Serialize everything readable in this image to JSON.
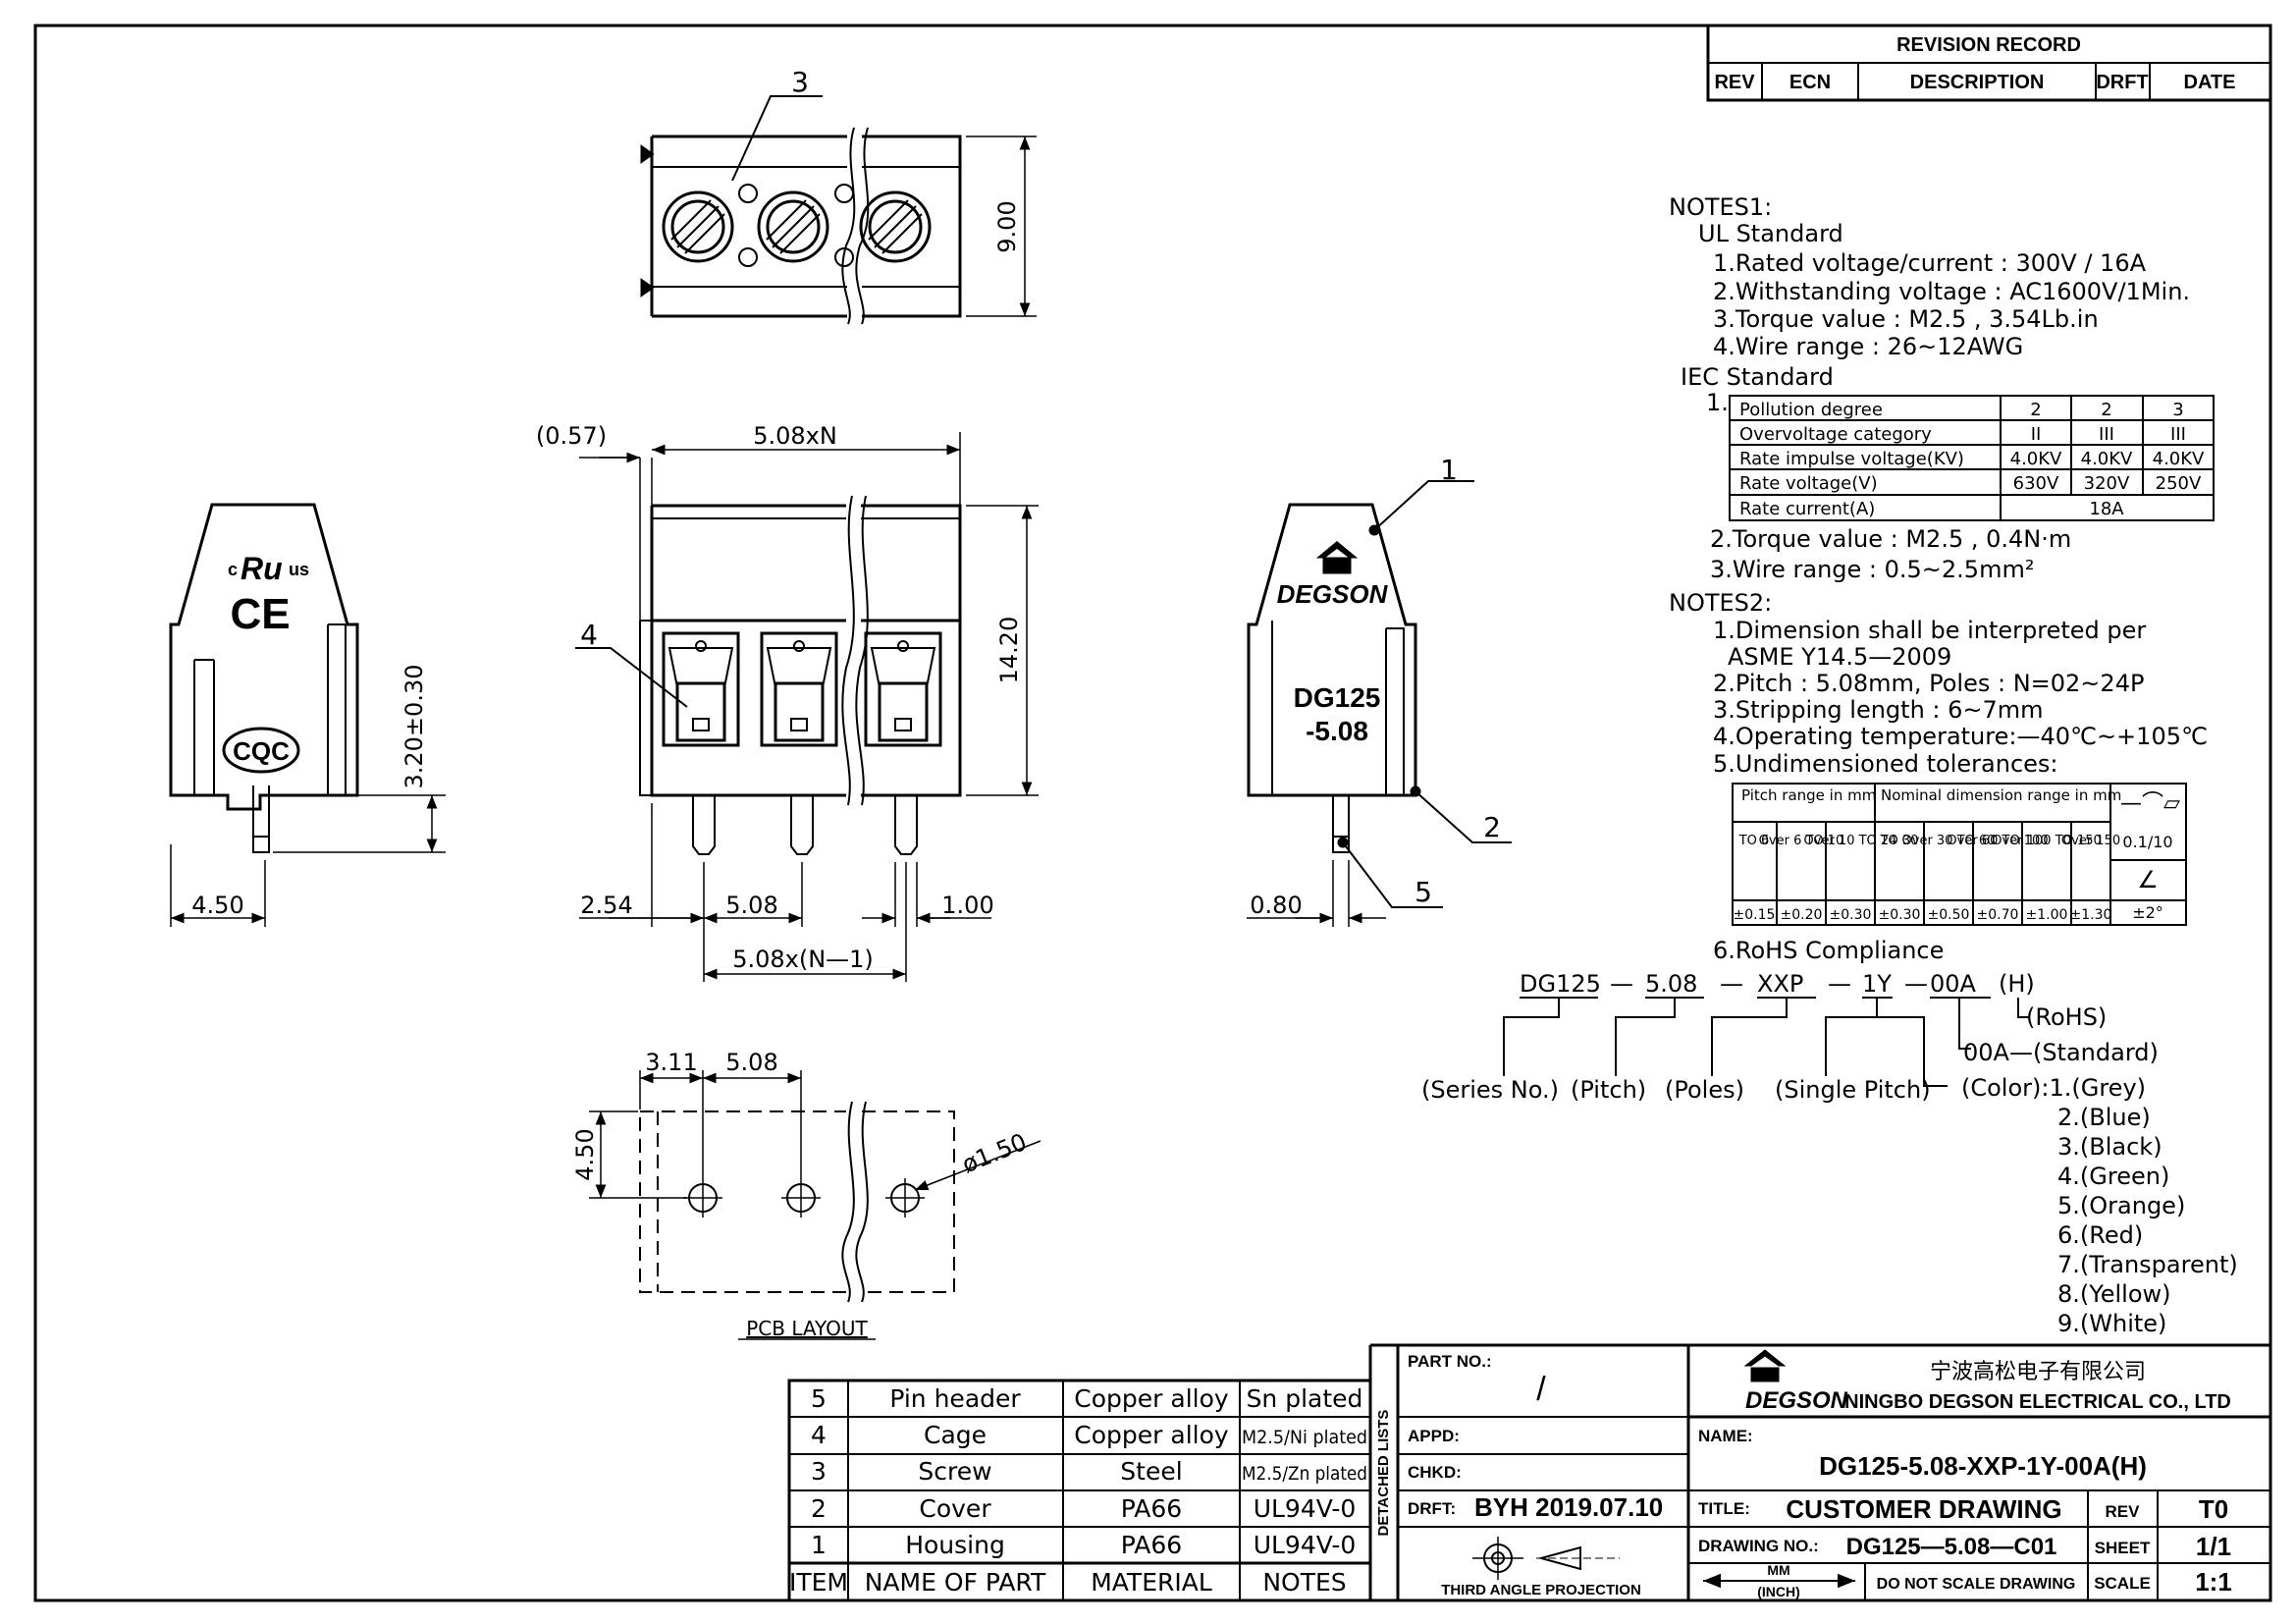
{
  "revision": {
    "title": "REVISION RECORD",
    "headers": [
      "REV",
      "ECN",
      "DESCRIPTION",
      "DRFT",
      "DATE"
    ]
  },
  "notes1": {
    "heading": "NOTES1:",
    "ul_heading": "UL Standard",
    "ul_items": [
      "1.Rated voltage/current : 300V / 16A",
      "2.Withstanding voltage : AC1600V/1Min.",
      "3.Torque value : M2.5 , 3.54Lb.in",
      "4.Wire range : 26~12AWG"
    ],
    "iec_heading": "IEC Standard",
    "iec_index": "1.",
    "iec_table": [
      [
        "Pollution degree",
        "2",
        "2",
        "3"
      ],
      [
        "Overvoltage category",
        "II",
        "III",
        "III"
      ],
      [
        "Rate impulse voltage(KV)",
        "4.0KV",
        "4.0KV",
        "4.0KV"
      ],
      [
        "Rate voltage(V)",
        "630V",
        "320V",
        "250V"
      ],
      [
        "Rate current(A)",
        "18A"
      ]
    ],
    "iec_items": [
      "2.Torque value : M2.5 , 0.4N·m",
      "3.Wire range : 0.5~2.5mm²"
    ]
  },
  "notes2": {
    "heading": "NOTES2:",
    "items": [
      "1.Dimension shall be interpreted per",
      "ASME Y14.5—2009",
      "2.Pitch : 5.08mm, Poles : N=02~24P",
      "3.Stripping length : 6~7mm",
      "4.Operating temperature:—40℃~+105℃",
      "5.Undimensioned tolerances:"
    ],
    "tol_head_1": "Pitch range in mm",
    "tol_head_2": "Nominal dimension range in mm",
    "tol_syms": "—⌒▱",
    "tol_ranges": [
      "TO 6",
      "Over 6 TO 10",
      "Over 10 TO 24",
      "TO 30",
      "Over 30 TO 60",
      "Over 60 TO 100",
      "Over 100 TO 150",
      "Over 150"
    ],
    "tol_values": [
      "±0.15",
      "±0.20",
      "±0.30",
      "±0.30",
      "±0.50",
      "±0.70",
      "±1.00",
      "±1.30"
    ],
    "tol_flat": "0.1/10",
    "tol_angle_sym": "∠",
    "tol_angle": "±2°",
    "rohs": "6.RoHS Compliance"
  },
  "part_code": {
    "parts": [
      "DG125",
      "—",
      "5.08",
      "—",
      "XXP",
      "—",
      "1Y",
      "—",
      "00A",
      "(H)"
    ],
    "labels": [
      "(Series No.)",
      "(Pitch)",
      "(Poles)",
      "(Single Pitch)",
      "(Color):1.(Grey)"
    ],
    "rohs_label": "(RoHS)",
    "standard_label": "00A—(Standard)",
    "colors": [
      "2.(Blue)",
      "3.(Black)",
      "4.(Green)",
      "5.(Orange)",
      "6.(Red)",
      "7.(Transparent)",
      "8.(Yellow)",
      "9.(White)"
    ]
  },
  "views": {
    "top_height": "9.00",
    "callout_3": "3",
    "callout_1": "1",
    "callout_2": "2",
    "callout_4": "4",
    "callout_5": "5",
    "front_offset": "(0.57)",
    "front_width": "5.08xN",
    "front_height": "14.20",
    "front_dim_left": "2.54",
    "front_dim_pitch": "5.08",
    "front_dim_pin": "1.00",
    "front_dim_total": "5.08x(N—1)",
    "side_pin_len": "3.20±0.30",
    "side_offset": "4.50",
    "right_pin": "0.80",
    "brand_mark": "DEGSON",
    "model_line_1": "DG125",
    "model_line_2": "-5.08",
    "cert_ul_c": "c",
    "cert_ul": "Ru",
    "cert_ul_us": "us",
    "cert_ce": "CE",
    "cert_cqc": "CQC"
  },
  "pcb": {
    "dim_a": "3.11",
    "dim_b": "5.08",
    "dim_h": "4.50",
    "hole": "ø1.50",
    "label": "PCB LAYOUT"
  },
  "bom": {
    "headers": [
      "ITEM",
      "NAME OF PART",
      "MATERIAL",
      "NOTES"
    ],
    "rows": [
      [
        "5",
        "Pin header",
        "Copper alloy",
        "Sn plated"
      ],
      [
        "4",
        "Cage",
        "Copper alloy",
        "M2.5/Ni plated"
      ],
      [
        "3",
        "Screw",
        "Steel",
        "M2.5/Zn plated"
      ],
      [
        "2",
        "Cover",
        "PA66",
        "UL94V-0"
      ],
      [
        "1",
        "Housing",
        "PA66",
        "UL94V-0"
      ]
    ],
    "side_label": "DETACHED LISTS"
  },
  "titleblock": {
    "part_no_label": "PART NO.:",
    "part_no": "/",
    "appd_label": "APPD:",
    "chkd_label": "CHKD:",
    "drft_label": "DRFT:",
    "drft_value": "BYH 2019.07.10",
    "projection": "THIRD ANGLE PROJECTION",
    "company_cn": "宁波高松电子有限公司",
    "company_en": "NINGBO DEGSON ELECTRICAL CO., LTD",
    "logo": "DEGSON",
    "name_label": "NAME:",
    "name_value": "DG125-5.08-XXP-1Y-00A(H)",
    "title_label": "TITLE:",
    "title_value": "CUSTOMER DRAWING",
    "rev_label": "REV",
    "rev_value": "T0",
    "dwg_label": "DRAWING NO.:",
    "dwg_value": "DG125—5.08—C01",
    "sheet_label": "SHEET",
    "sheet_value": "1/1",
    "units_top": "MM",
    "units_bottom": "(INCH)",
    "no_scale": "DO NOT SCALE DRAWING",
    "scale_label": "SCALE",
    "scale_value": "1:1"
  }
}
